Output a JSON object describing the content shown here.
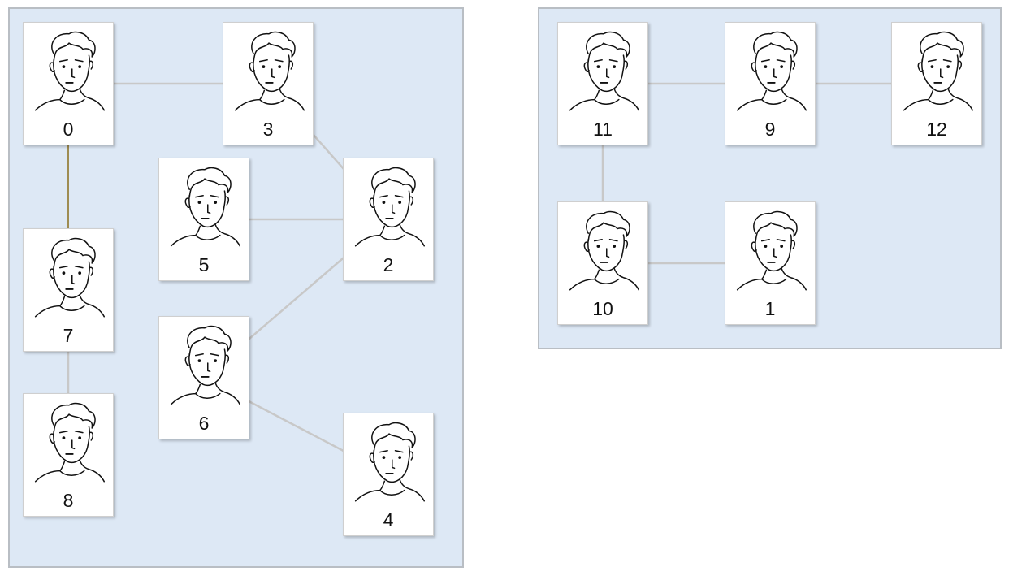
{
  "groups": [
    {
      "id": "group-left",
      "nodes": [
        "0",
        "3",
        "5",
        "2",
        "7",
        "6",
        "8",
        "4"
      ]
    },
    {
      "id": "group-right",
      "nodes": [
        "11",
        "9",
        "12",
        "10",
        "1"
      ]
    }
  ],
  "nodes": [
    {
      "id": "0",
      "label": "0",
      "icon": "person-portrait-icon"
    },
    {
      "id": "3",
      "label": "3",
      "icon": "person-portrait-icon"
    },
    {
      "id": "5",
      "label": "5",
      "icon": "person-portrait-icon"
    },
    {
      "id": "2",
      "label": "2",
      "icon": "person-portrait-icon"
    },
    {
      "id": "7",
      "label": "7",
      "icon": "person-portrait-icon"
    },
    {
      "id": "6",
      "label": "6",
      "icon": "person-portrait-icon"
    },
    {
      "id": "8",
      "label": "8",
      "icon": "person-portrait-icon"
    },
    {
      "id": "4",
      "label": "4",
      "icon": "person-portrait-icon"
    },
    {
      "id": "11",
      "label": "11",
      "icon": "person-portrait-icon"
    },
    {
      "id": "9",
      "label": "9",
      "icon": "person-portrait-icon"
    },
    {
      "id": "12",
      "label": "12",
      "icon": "person-portrait-icon"
    },
    {
      "id": "10",
      "label": "10",
      "icon": "person-portrait-icon"
    },
    {
      "id": "1",
      "label": "1",
      "icon": "person-portrait-icon"
    }
  ],
  "edges": [
    {
      "from": "0",
      "to": "3",
      "color": "#c8c8c8"
    },
    {
      "from": "0",
      "to": "7",
      "color": "#8a6d1d"
    },
    {
      "from": "3",
      "to": "2",
      "color": "#c8c8c8"
    },
    {
      "from": "5",
      "to": "2",
      "color": "#c8c8c8"
    },
    {
      "from": "2",
      "to": "6",
      "color": "#c8c8c8"
    },
    {
      "from": "7",
      "to": "8",
      "color": "#c8c8c8"
    },
    {
      "from": "6",
      "to": "4",
      "color": "#c8c8c8"
    },
    {
      "from": "11",
      "to": "9",
      "color": "#c8c8c8"
    },
    {
      "from": "9",
      "to": "12",
      "color": "#c8c8c8"
    },
    {
      "from": "11",
      "to": "10",
      "color": "#c8c8c8"
    },
    {
      "from": "10",
      "to": "1",
      "color": "#c8c8c8"
    }
  ],
  "colors": {
    "group_fill": "#dde8f5",
    "group_border": "#b9bec4",
    "node_fill": "#ffffff",
    "edge_default": "#c8c8c8",
    "edge_highlight": "#8a6d1d"
  }
}
